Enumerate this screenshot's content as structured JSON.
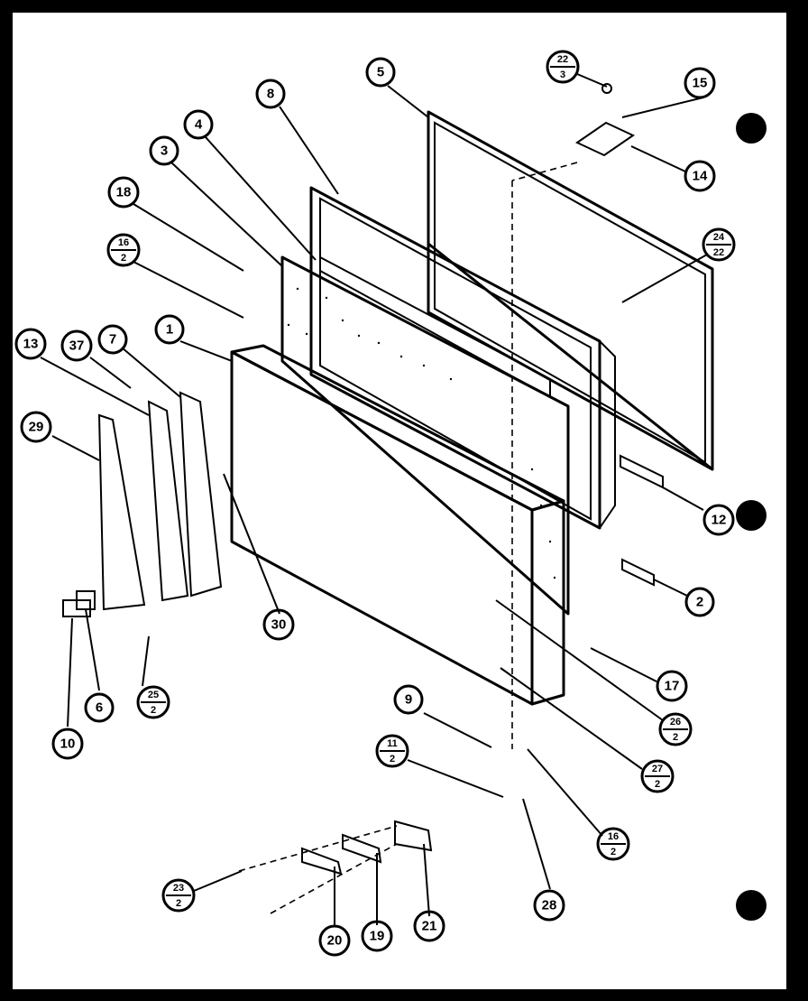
{
  "callouts": {
    "p1": "1",
    "p2": "2",
    "p3": "3",
    "p4": "4",
    "p5": "5",
    "p6": "6",
    "p7": "7",
    "p8": "8",
    "p9": "9",
    "p10": "10",
    "p12": "12",
    "p13": "13",
    "p14": "14",
    "p15": "15",
    "p17": "17",
    "p18": "18",
    "p19": "19",
    "p20": "20",
    "p21": "21",
    "p28": "28",
    "p29": "29",
    "p30": "30",
    "p37": "37"
  },
  "fractions": {
    "f22_3": {
      "top": "22",
      "bottom": "3"
    },
    "f24_22": {
      "top": "24",
      "bottom": "22"
    },
    "f16_2a": {
      "top": "16",
      "bottom": "2"
    },
    "f25_2": {
      "top": "25",
      "bottom": "2"
    },
    "f26_2": {
      "top": "26",
      "bottom": "2"
    },
    "f27_2": {
      "top": "27",
      "bottom": "2"
    },
    "f11_2": {
      "top": "11",
      "bottom": "2"
    },
    "f16_2b": {
      "top": "16",
      "bottom": "2"
    },
    "f23_2": {
      "top": "23",
      "bottom": "2"
    }
  }
}
